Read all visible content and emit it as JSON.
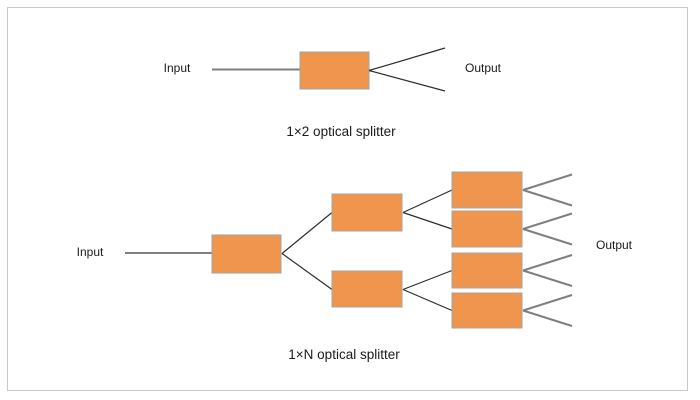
{
  "colors": {
    "box-fill": "#F0954D",
    "box-border": "#A3A3A3",
    "input-line": "#7F7F7F",
    "connector-line": "#2E2E2E",
    "fan-line": "#7F7F7F",
    "frame-border": "#C9C9C9",
    "text": "#1A1A1A"
  },
  "splitter_1x2": {
    "input_label": "Input",
    "output_label": "Output",
    "caption": "1×2 optical splitter"
  },
  "splitter_1xn": {
    "input_label": "Input",
    "output_label": "Output",
    "caption": "1×N optical splitter"
  }
}
